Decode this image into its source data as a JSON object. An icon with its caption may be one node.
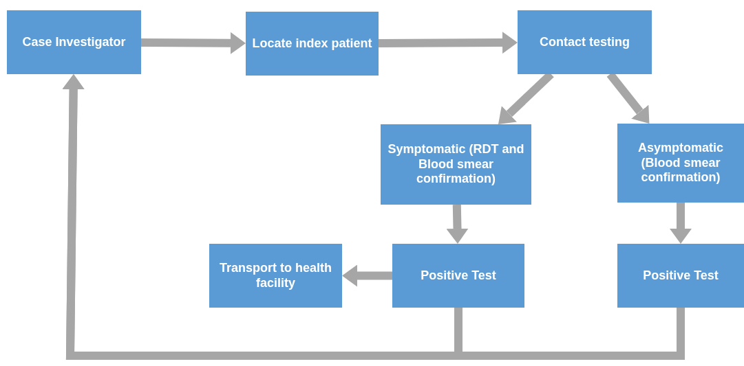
{
  "diagram": {
    "nodes": [
      {
        "text": [
          "Case Investigator"
        ]
      },
      {
        "text": [
          "Locate index patient"
        ]
      },
      {
        "text": [
          "Contact testing"
        ]
      },
      {
        "text": [
          "Symptomatic (RDT and Blood smear confirmation)"
        ]
      },
      {
        "text": [
          "Asymptomatic (Blood smear confirmation)"
        ]
      },
      {
        "text": [
          "Transport to health facility"
        ]
      },
      {
        "text": [
          "Positive Test"
        ]
      },
      {
        "text": [
          "Positive Test"
        ]
      }
    ],
    "edges": [
      {
        "from": 0,
        "to": 1,
        "arrow": "to"
      },
      {
        "from": 1,
        "to": 2,
        "arrow": "to"
      },
      {
        "from": 2,
        "to": 3,
        "arrow": "to"
      },
      {
        "from": 2,
        "to": 4,
        "arrow": "to"
      },
      {
        "from": 3,
        "to": 6,
        "arrow": "to"
      },
      {
        "from": 6,
        "to": 5,
        "arrow": "to"
      },
      {
        "from": 4,
        "to": 7,
        "arrow": "to"
      },
      {
        "from": 6,
        "to": 0,
        "arrow": "to"
      },
      {
        "from": 7,
        "to": 0,
        "arrow": "to"
      }
    ]
  }
}
